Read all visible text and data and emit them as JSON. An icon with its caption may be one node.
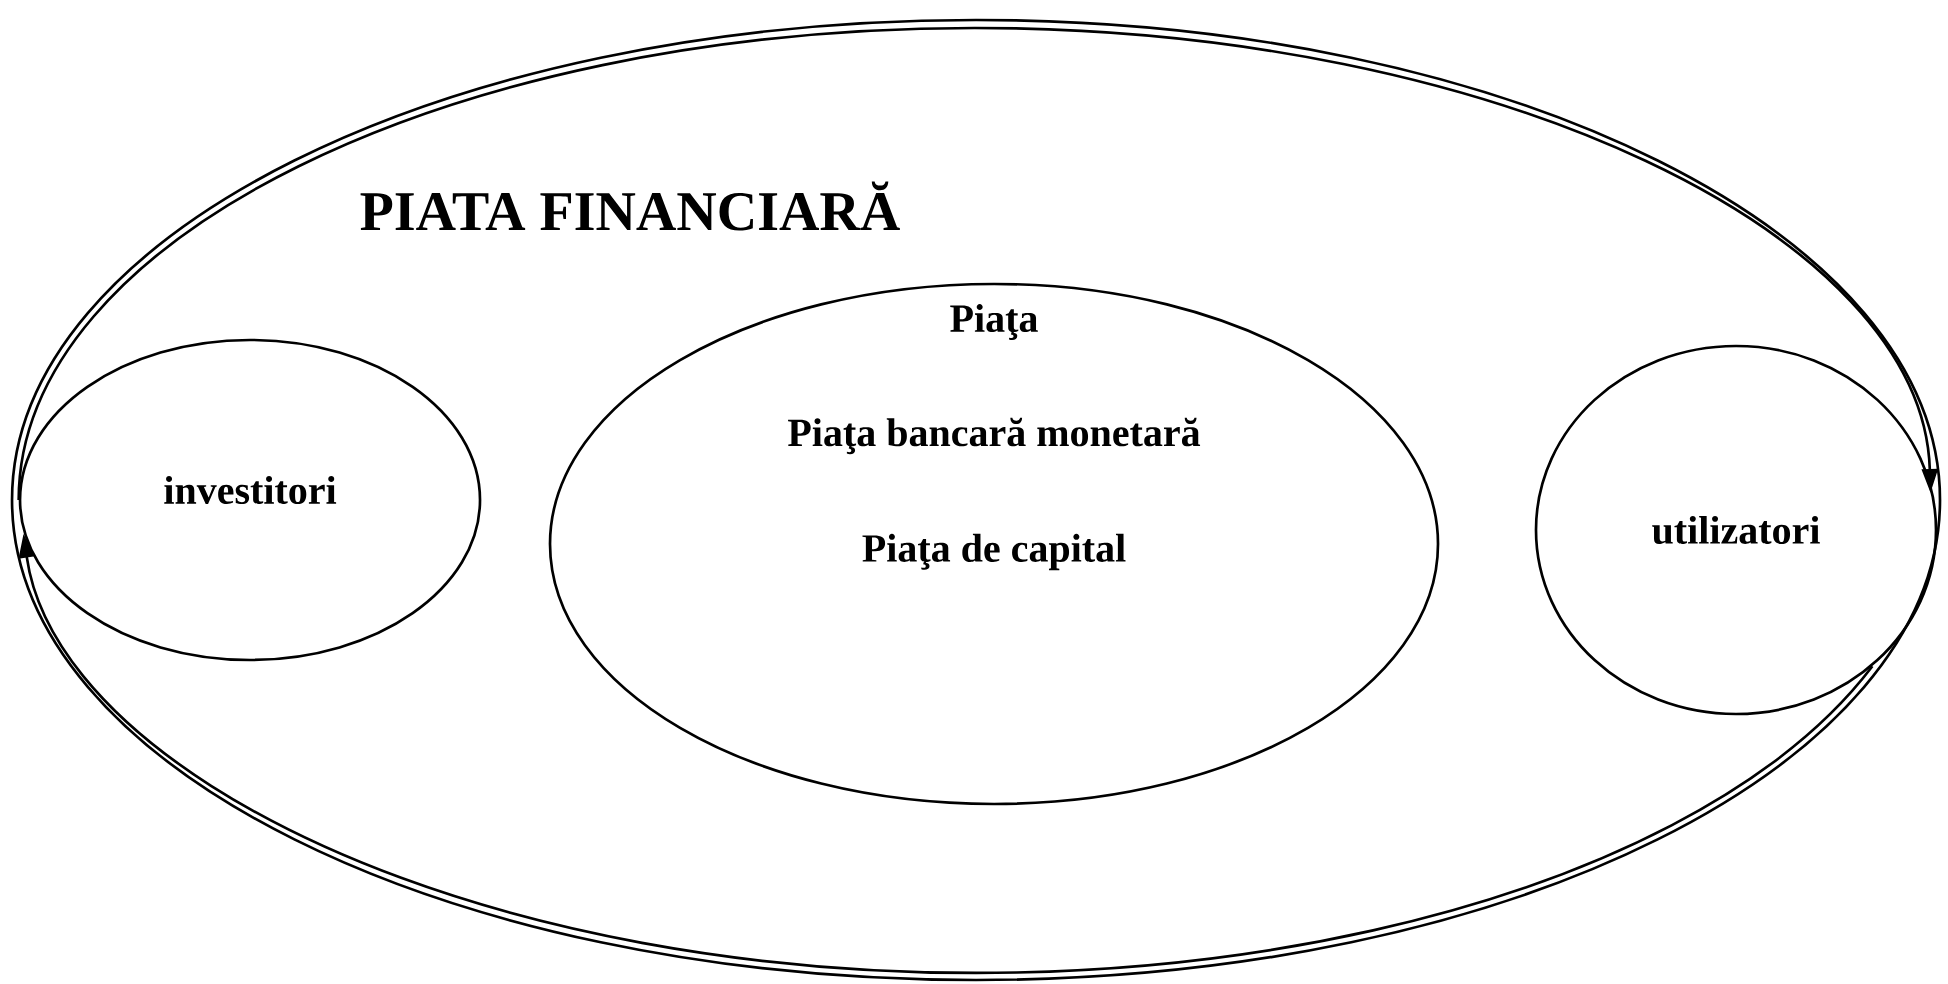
{
  "diagram": {
    "nodes": [
      {
        "text": [
          "PIATA FINANCIARĂ"
        ]
      },
      {
        "text": [
          "investitori"
        ],
        "in": 0
      },
      {
        "text": [
          "Piaţa",
          "Piaţa bancară  monetară",
          "Piaţa de capital"
        ],
        "in": 0
      },
      {
        "text": [
          "utilizatori"
        ],
        "in": 0
      }
    ],
    "edges": [
      {
        "from": 1,
        "to": 3,
        "arrow": "to"
      },
      {
        "from": 3,
        "to": 1,
        "arrow": "to"
      }
    ]
  }
}
